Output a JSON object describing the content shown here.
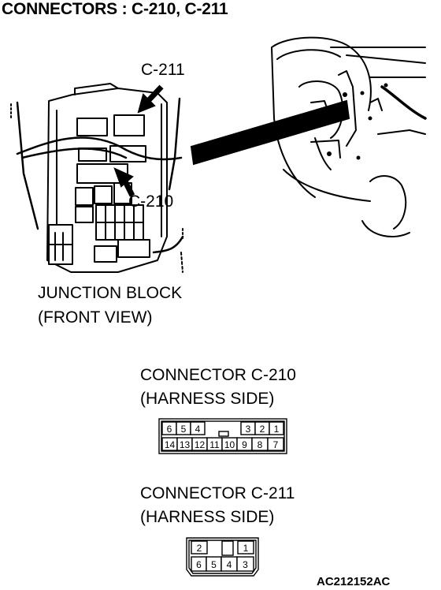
{
  "title": "CONNECTORS : C-210, C-211",
  "callouts": {
    "c211": "C-211",
    "c210": "C-210"
  },
  "junction_block": {
    "line1": "JUNCTION BLOCK",
    "line2": "(FRONT VIEW)"
  },
  "connector_c210": {
    "line1": "CONNECTOR C-210",
    "line2": "(HARNESS SIDE)",
    "top_row": [
      "6",
      "5",
      "4",
      "",
      "3",
      "2",
      "1"
    ],
    "bottom_row": [
      "14",
      "13",
      "12",
      "11",
      "10",
      "9",
      "8",
      "7"
    ]
  },
  "connector_c211": {
    "line1": "CONNECTOR C-211",
    "line2": "(HARNESS SIDE)",
    "top_row": [
      "2",
      "",
      "1"
    ],
    "bottom_row": [
      "6",
      "5",
      "4",
      "3"
    ]
  },
  "figure_code": "AC212152AC"
}
